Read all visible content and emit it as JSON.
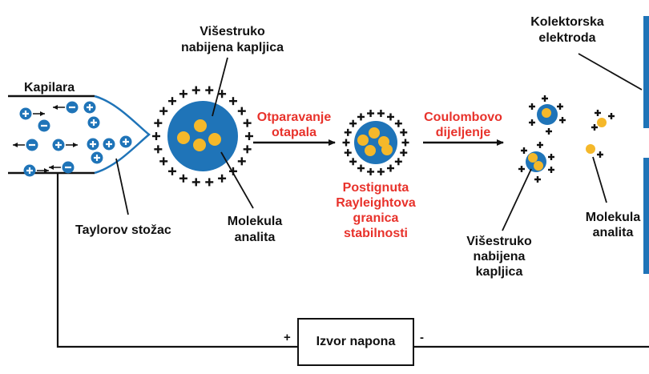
{
  "labels": {
    "capillary": "Kapilara",
    "multi_charged_droplet_top_1": "Višestruko",
    "multi_charged_droplet_top_2": "nabijena kapljica",
    "collector_1": "Kolektorska",
    "collector_2": "elektroda",
    "evaporation_1": "Otparavanje",
    "evaporation_2": "otapala",
    "coulomb_1": "Coulombovo",
    "coulomb_2": "dijeljenje",
    "rayleigh_1": "Postignuta",
    "rayleigh_2": "Rayleightova",
    "rayleigh_3": "granica",
    "rayleigh_4": "stabilnosti",
    "taylor_cone": "Taylorov stožac",
    "analyte_left_1": "Molekula",
    "analyte_left_2": "analita",
    "analyte_right_1": "Molekula",
    "analyte_right_2": "analita",
    "multi_charged_droplet_bottom_1": "Višestruko",
    "multi_charged_droplet_bottom_2": "nabijena",
    "multi_charged_droplet_bottom_3": "kapljica",
    "voltage_source": "Izvor napona",
    "plus_terminal": "+",
    "minus_terminal": "-"
  },
  "colors": {
    "droplet_blue": "#1f74b8",
    "analyte_yellow": "#f5b82a",
    "highlight_red": "#e8322b",
    "line_black": "#111111"
  }
}
